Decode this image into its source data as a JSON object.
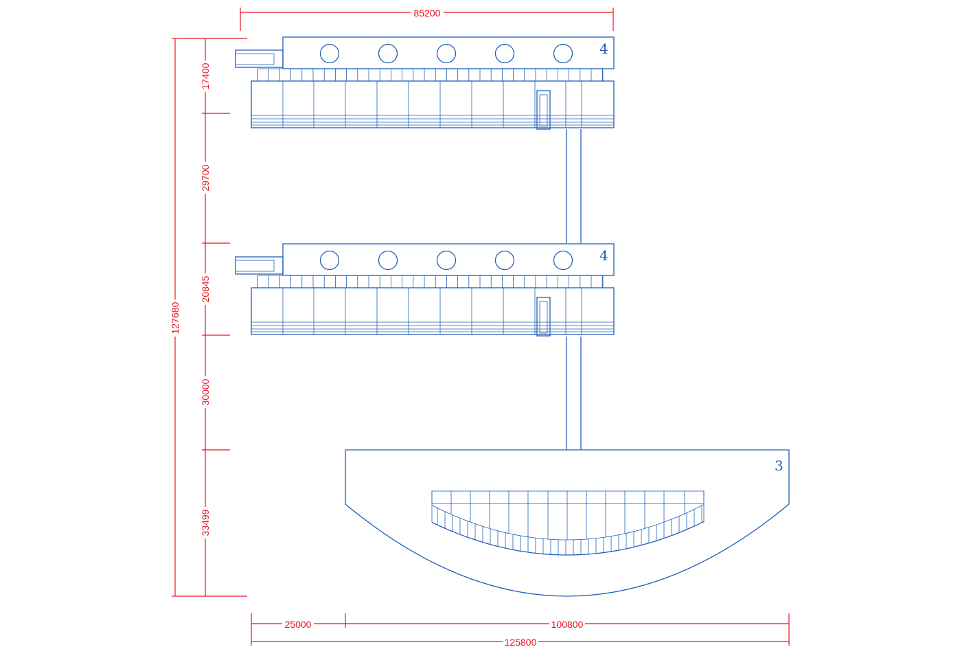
{
  "colors": {
    "dimension": "#e8141e",
    "outline": "#1f5fb8",
    "background": "#ffffff"
  },
  "dimensions": {
    "top_width": "85200",
    "segment_1": "17400",
    "segment_2": "29700",
    "segment_3": "20845",
    "segment_4": "30000",
    "segment_5": "33499",
    "total_height": "127680",
    "bottom_left": "25000",
    "bottom_right": "100800",
    "bottom_total": "125800"
  },
  "labels": {
    "block_top": "4",
    "block_middle": "4",
    "block_bottom": "3"
  }
}
